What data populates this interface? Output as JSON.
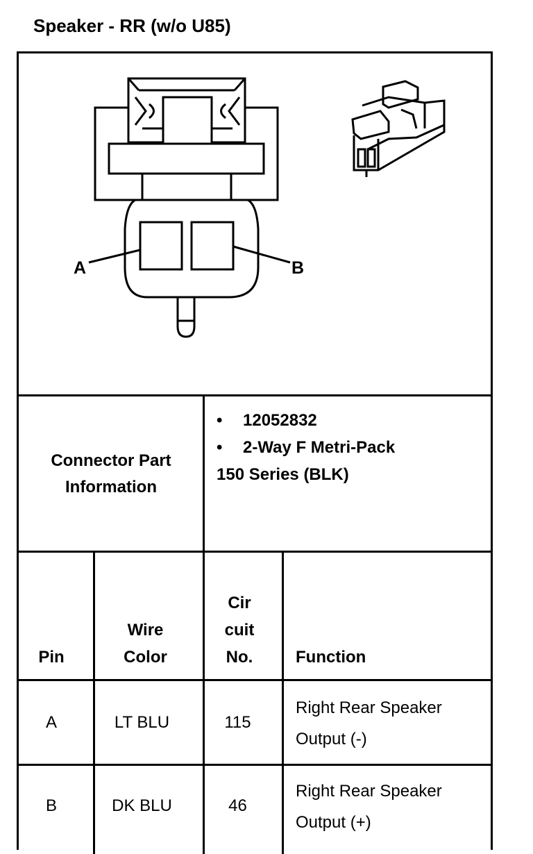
{
  "title": "Speaker - RR (w/o U85)",
  "diagram": {
    "pin_a_label": "A",
    "pin_b_label": "B"
  },
  "connector_part_info": {
    "label_line1": "Connector Part",
    "label_line2": "Information",
    "bullets": [
      "12052832",
      "2-Way F Metri-Pack"
    ],
    "continuation": "150 Series (BLK)"
  },
  "pin_table": {
    "headers": {
      "pin": "Pin",
      "wire_color_line1": "Wire",
      "wire_color_line2": "Color",
      "circuit_line1": "Cir",
      "circuit_line2": "cuit",
      "circuit_line3": "No.",
      "function": "Function"
    },
    "rows": [
      {
        "pin": "A",
        "wire_color": "LT BLU",
        "circuit": "115",
        "function_line1": "Right Rear Speaker",
        "function_line2": "Output (-)"
      },
      {
        "pin": "B",
        "wire_color": "DK BLU",
        "circuit": "46",
        "function_line1": "Right Rear Speaker",
        "function_line2": "Output (+)"
      }
    ]
  }
}
